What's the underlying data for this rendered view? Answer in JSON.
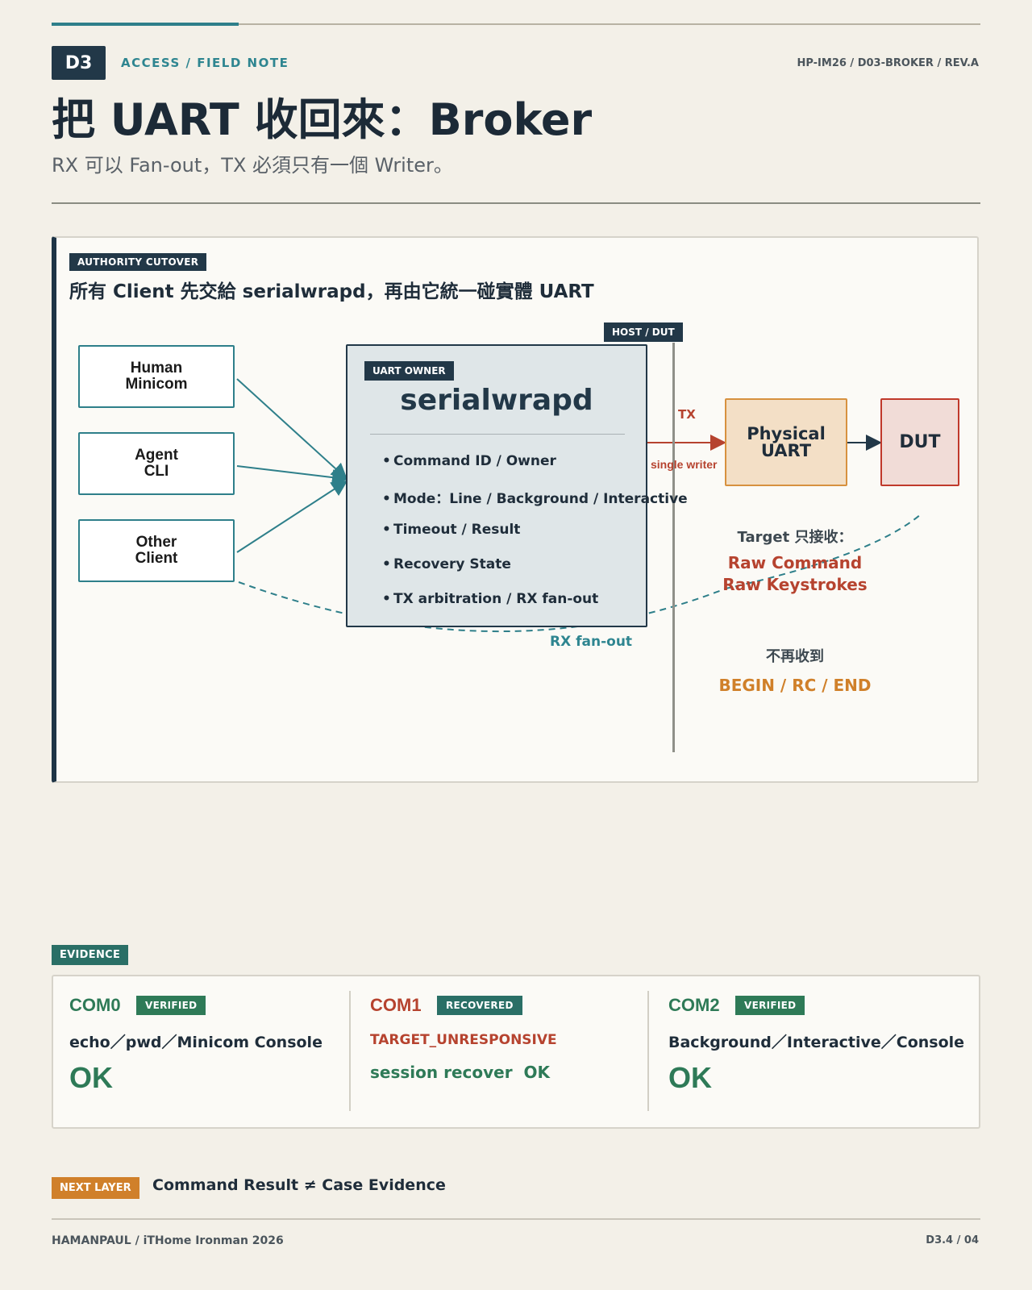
{
  "header": {
    "chip": "D3",
    "kicker": "ACCESS / FIELD NOTE",
    "doc_ref": "HP-IM26 / D03-BROKER / REV.A",
    "title": "把 UART 收回來：Broker",
    "subtitle": "RX 可以 Fan-out，TX 必須只有一個 Writer。"
  },
  "panel": {
    "tag": "AUTHORITY CUTOVER",
    "heading": "所有 Client 先交給 serialwrapd，再由它統一碰實體 UART",
    "clients": [
      {
        "line1": "Human",
        "line2": "Minicom"
      },
      {
        "line1": "Agent",
        "line2": "CLI"
      },
      {
        "line1": "Other",
        "line2": "Client"
      }
    ],
    "boundary_tag": "HOST / DUT",
    "owner": {
      "tag": "UART OWNER",
      "title": "serialwrapd",
      "bullets": [
        "Command ID / Owner",
        "Mode：Line / Background / Interactive",
        "Timeout / Result",
        "Recovery State",
        "TX arbitration / RX fan-out"
      ]
    },
    "tx_label": "TX",
    "single_writer": "single writer",
    "physical_uart": {
      "line1": "Physical",
      "line2": "UART"
    },
    "dut": "DUT",
    "target_only": "Target 只接收：",
    "raw_items": [
      "Raw Command",
      "Raw Keystrokes"
    ],
    "no_longer": "不再收到",
    "begin_rc_end": "BEGIN / RC / END",
    "rx_fanout": "RX fan-out"
  },
  "evidence": {
    "tag": "EVIDENCE",
    "items": [
      {
        "port": "COM0",
        "badge": "VERIFIED",
        "line": "echo／pwd／Minicom Console",
        "result": "OK"
      },
      {
        "port": "COM1",
        "badge": "RECOVERED",
        "line": "TARGET_UNRESPONSIVE",
        "result": "session recover ￼ OK"
      },
      {
        "port": "COM2",
        "badge": "VERIFIED",
        "line": "Background／Interactive／Console",
        "result": "OK"
      }
    ]
  },
  "next": {
    "tag": "NEXT LAYER",
    "text": "Command Result ≠ Case Evidence"
  },
  "footer": {
    "left": "HAMANPAUL / iTHome Ironman 2026",
    "right": "D3.4 / 04"
  },
  "colors": {
    "navy": "#223848",
    "teal": "#2e7f8a",
    "red": "#b6432f",
    "orange": "#d0802a",
    "green": "#2e7a57"
  }
}
